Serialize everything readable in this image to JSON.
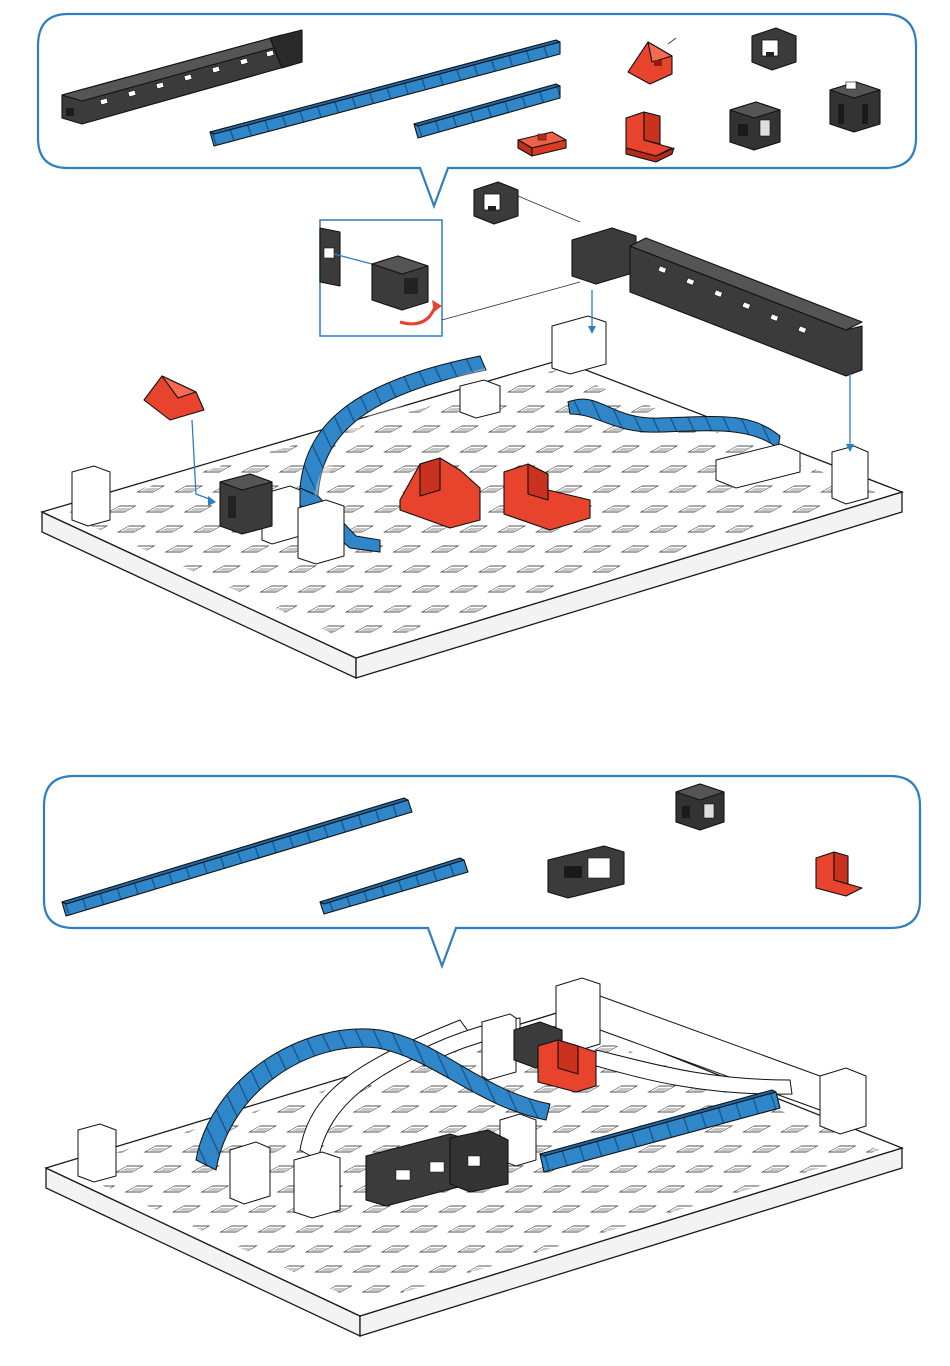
{
  "steps": [
    {
      "parts_callout": {
        "parts": [
          {
            "kind": "dark-long-beam",
            "color": "#3b3b3b"
          },
          {
            "kind": "blue-long-rail",
            "color": "#2f86c9"
          },
          {
            "kind": "blue-short-rail",
            "color": "#2f86c9"
          },
          {
            "kind": "red-flat-plate",
            "color": "#e8432c"
          },
          {
            "kind": "red-wedge",
            "color": "#e8432c"
          },
          {
            "kind": "red-angle-bracket",
            "color": "#e8432c"
          },
          {
            "kind": "dark-small-block",
            "color": "#3b3b3b"
          },
          {
            "kind": "dark-cube",
            "color": "#3b3b3b"
          },
          {
            "kind": "dark-cube-tall",
            "color": "#3b3b3b"
          }
        ]
      },
      "has_detail_inset": true,
      "has_rotation_arrow": true
    },
    {
      "parts_callout": {
        "parts": [
          {
            "kind": "blue-long-rail",
            "color": "#2f86c9"
          },
          {
            "kind": "blue-short-rail",
            "color": "#2f86c9"
          },
          {
            "kind": "dark-small-block",
            "color": "#3b3b3b"
          },
          {
            "kind": "dark-cube",
            "color": "#3b3b3b"
          },
          {
            "kind": "red-angle-bracket",
            "color": "#e8432c"
          }
        ]
      }
    }
  ],
  "colors": {
    "callout_border": "#2d7fc1",
    "blue_part": "#2f86c9",
    "red_part": "#e8432c",
    "dark_part": "#3b3b3b",
    "arrow_red": "#e8432c"
  }
}
